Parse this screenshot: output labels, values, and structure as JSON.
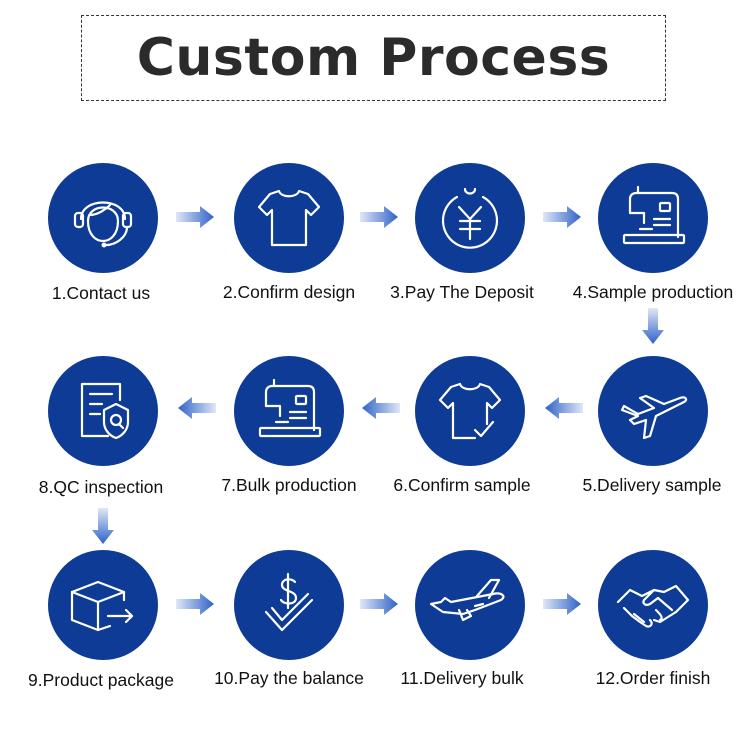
{
  "title": "Custom Process",
  "steps": [
    {
      "label": "1.Contact us",
      "icon": "headset-icon"
    },
    {
      "label": "2.Confirm design",
      "icon": "tshirt-icon"
    },
    {
      "label": "3.Pay The Deposit",
      "icon": "yen-coin-icon"
    },
    {
      "label": "4.Sample production",
      "icon": "sewing-machine-icon"
    },
    {
      "label": "5.Delivery sample",
      "icon": "airplane-icon"
    },
    {
      "label": "6.Confirm sample",
      "icon": "tshirt-check-icon"
    },
    {
      "label": "7.Bulk production",
      "icon": "sewing-machine-icon"
    },
    {
      "label": "8.QC inspection",
      "icon": "document-shield-icon"
    },
    {
      "label": "9.Product package",
      "icon": "box-arrow-icon"
    },
    {
      "label": "10.Pay the balance",
      "icon": "dollar-check-icon"
    },
    {
      "label": "11.Delivery bulk",
      "icon": "plane-icon"
    },
    {
      "label": "12.Order finish",
      "icon": "handshake-icon"
    }
  ],
  "colors": {
    "circle": "#0d3b95",
    "arrow": "#2f62c8",
    "text": "#111111"
  }
}
